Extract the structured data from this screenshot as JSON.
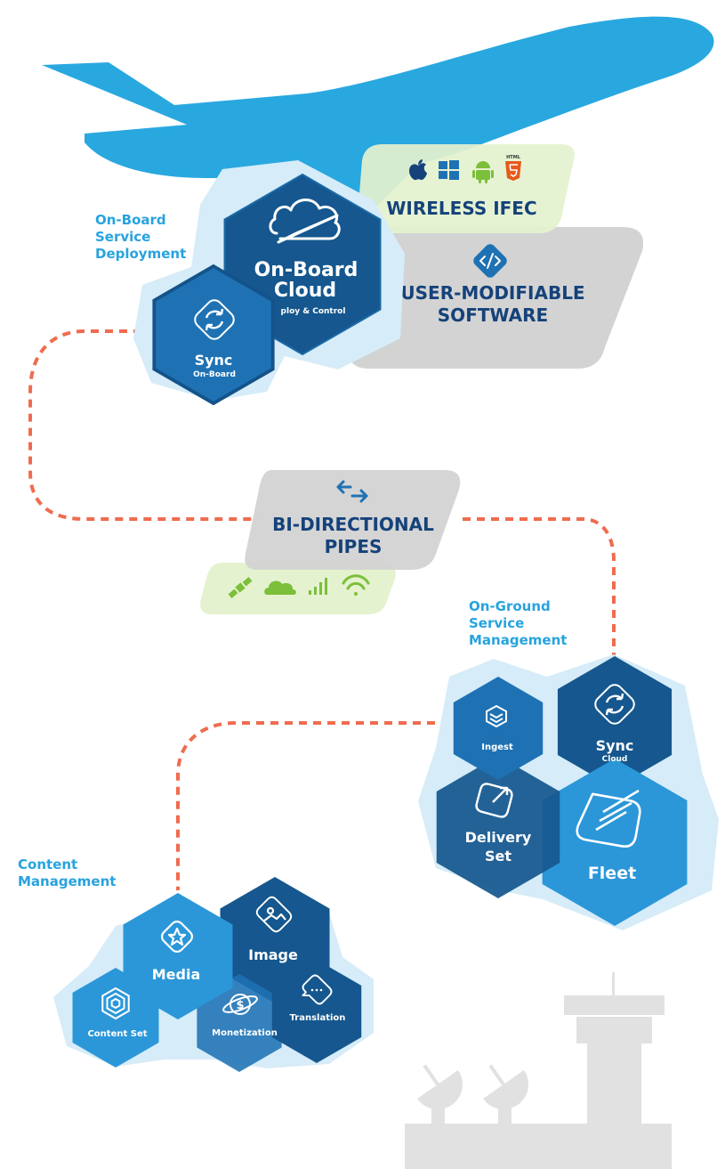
{
  "sections": {
    "onboard": [
      "On-Board",
      "Service",
      "Deployment"
    ],
    "onground": [
      "On-Ground",
      "Service",
      "Management"
    ],
    "content": [
      "Content",
      "Management"
    ]
  },
  "hexes": {
    "onboard_cloud": {
      "title1": "On-Board",
      "title2": "Cloud",
      "sub": "Deploy & Control",
      "visible_sub": "ploy & Control"
    },
    "sync_onboard": {
      "title": "Sync",
      "sub": "On-Board"
    },
    "ingest": {
      "title": "Ingest"
    },
    "sync_cloud": {
      "title": "Sync",
      "sub": "Cloud"
    },
    "delivery_set": {
      "title1": "Delivery",
      "title2": "Set"
    },
    "fleet": {
      "title": "Fleet"
    },
    "media": {
      "title": "Media"
    },
    "image": {
      "title": "Image"
    },
    "content_set": {
      "title": "Content Set"
    },
    "monetization": {
      "title": "Monetization"
    },
    "translation": {
      "title": "Translation"
    }
  },
  "panels": {
    "wireless": {
      "title": "WIRELESS IFEC",
      "html5_badge": "HTML"
    },
    "software": {
      "line1": "USER-MODIFIABLE",
      "line2": "SOFTWARE"
    },
    "pipes": {
      "line1": "BI-DIRECTIONAL",
      "line2": "PIPES"
    }
  },
  "colors": {
    "plane": "#29a8e0",
    "hex_dark": "#15578e",
    "hex_mid": "#1e72b4",
    "hex_light": "#2b97d9",
    "halo": "#d6ecf8",
    "connector": "#ef6c4f",
    "panel_gray": "#d3d3d3",
    "panel_green": "#e4f2cf",
    "icon_green": "#7cbf3a",
    "label_blue": "#27a3df",
    "tower_gray": "#e1e1e1"
  }
}
